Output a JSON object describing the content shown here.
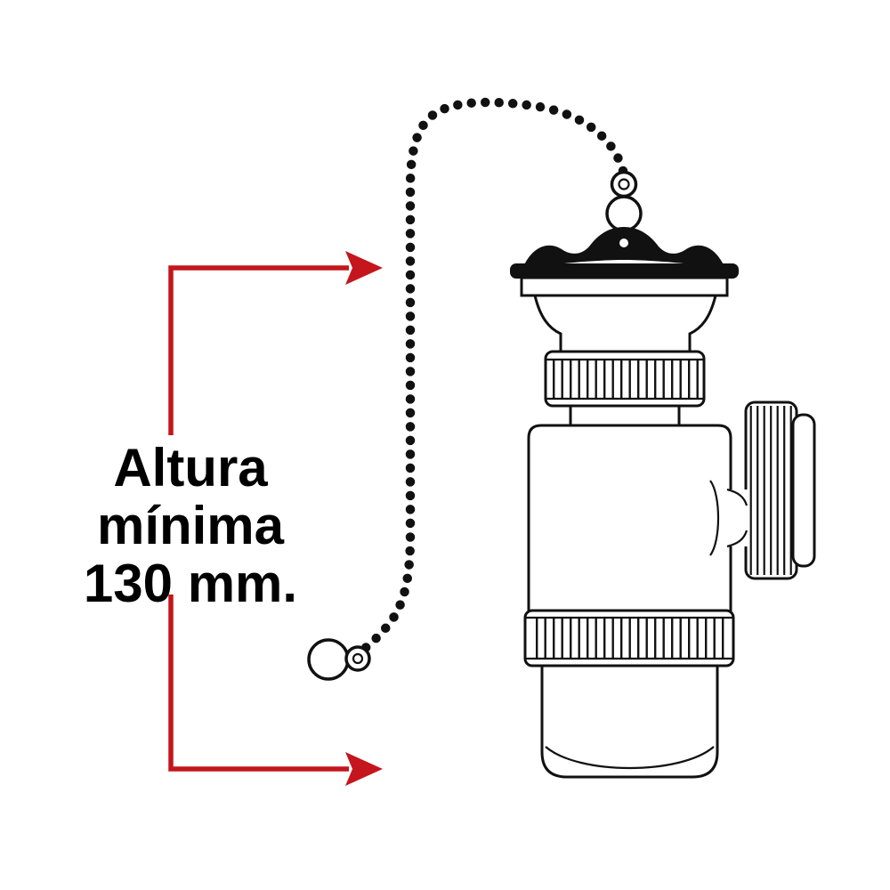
{
  "label": {
    "line1": "Altura",
    "line2": "mínima",
    "line3": "130 mm."
  },
  "colors": {
    "dimension_red": "#c4161c",
    "line_black": "#111111",
    "background": "#ffffff"
  }
}
